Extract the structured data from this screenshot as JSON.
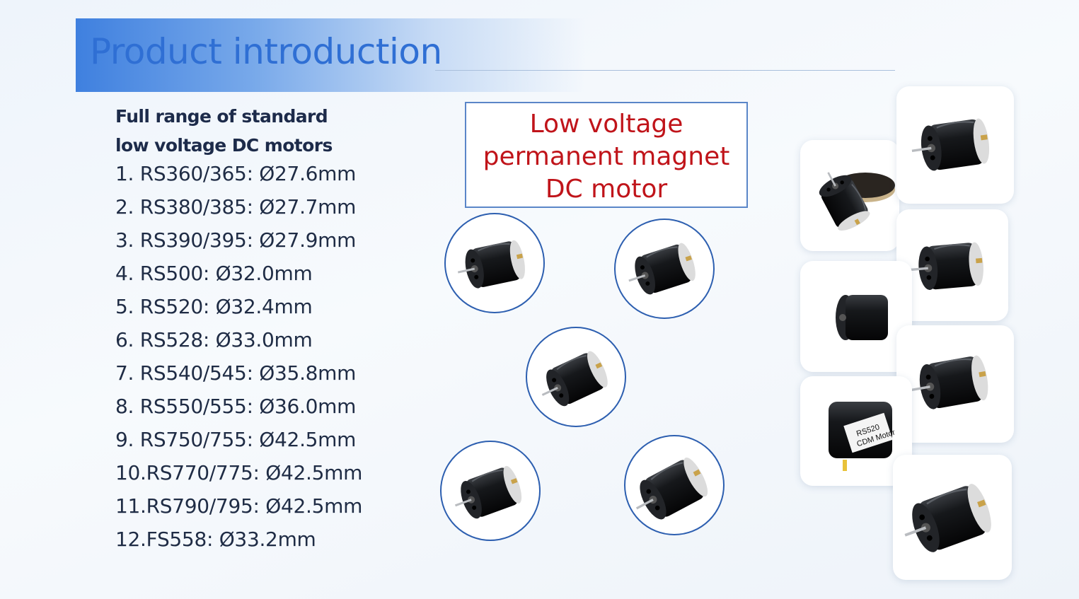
{
  "header": {
    "title": "Product introduction"
  },
  "intro": {
    "line1": "Full range of standard",
    "line2": "low voltage DC motors"
  },
  "specs": [
    "1. RS360/365: Ø27.6mm",
    "2. RS380/385: Ø27.7mm",
    "3. RS390/395: Ø27.9mm",
    "4. RS500: Ø32.0mm",
    "5. RS520: Ø32.4mm",
    "6. RS528: Ø33.0mm",
    "7. RS540/545: Ø35.8mm",
    "8. RS550/555: Ø36.0mm",
    "9. RS750/755: Ø42.5mm",
    "10.RS770/775: Ø42.5mm",
    "11.RS790/795: Ø42.5mm",
    "12.FS558: Ø33.2mm"
  ],
  "callout": {
    "line1": "Low voltage",
    "line2": "permanent magnet",
    "line3": "DC motor"
  },
  "product_labels": {
    "label_a": "RS520",
    "label_b": "CDM Motor"
  }
}
